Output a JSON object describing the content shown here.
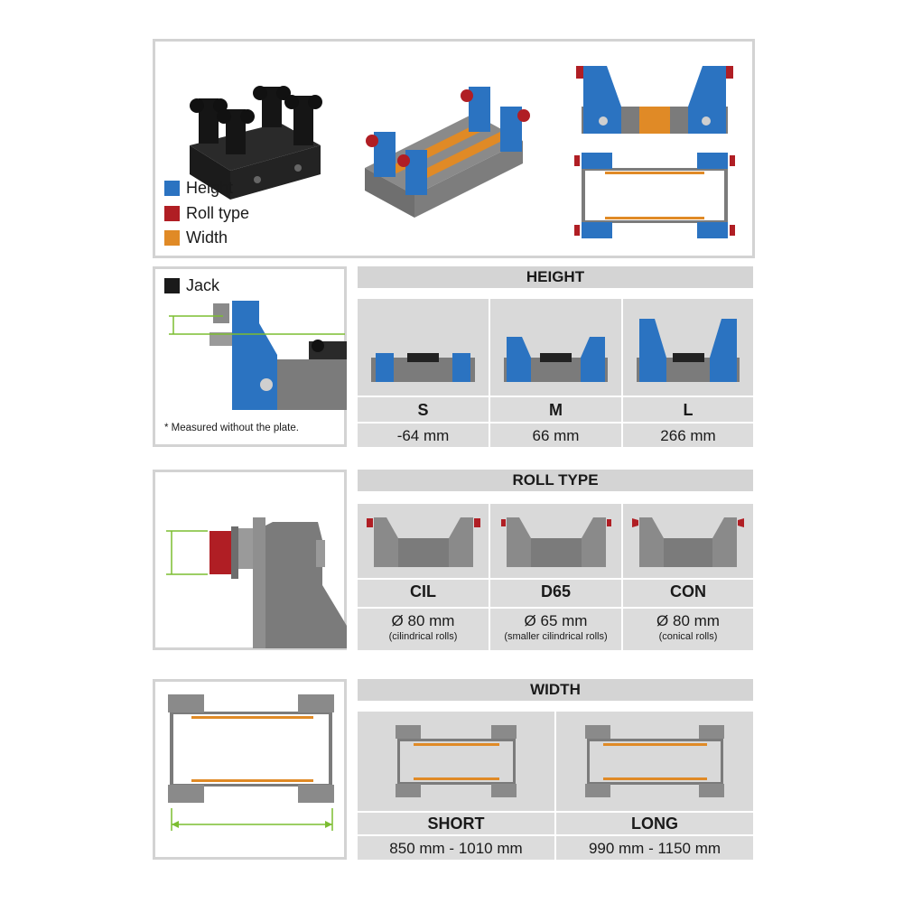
{
  "legend": {
    "items": [
      {
        "label": "Height",
        "color": "#2b73c1"
      },
      {
        "label": "Roll type",
        "color": "#b01e24"
      },
      {
        "label": "Width",
        "color": "#e08a26"
      }
    ],
    "jack": {
      "label": "Jack",
      "color": "#1a1a1a"
    }
  },
  "height": {
    "title": "HEIGHT",
    "note": "* Measured without the plate.",
    "options": [
      {
        "code": "S",
        "value": "-64 mm"
      },
      {
        "code": "M",
        "value": "66 mm"
      },
      {
        "code": "L",
        "value": "266 mm"
      }
    ]
  },
  "roll": {
    "title": "ROLL TYPE",
    "options": [
      {
        "code": "CIL",
        "value": "Ø 80 mm",
        "desc": "(cilindrical rolls)"
      },
      {
        "code": "D65",
        "value": "Ø 65 mm",
        "desc": "(smaller cilindrical rolls)"
      },
      {
        "code": "CON",
        "value": "Ø 80 mm",
        "desc": "(conical rolls)"
      }
    ]
  },
  "width": {
    "title": "WIDTH",
    "options": [
      {
        "code": "SHORT",
        "value": "850 mm - 1010 mm"
      },
      {
        "code": "LONG",
        "value": "990 mm - 1150 mm"
      }
    ]
  },
  "colors": {
    "height": "#2b73c1",
    "roll": "#b01e24",
    "width": "#e08a26",
    "steel": "#7b7b7b",
    "steel_dark": "#555555",
    "dimension": "#7cbd31"
  }
}
